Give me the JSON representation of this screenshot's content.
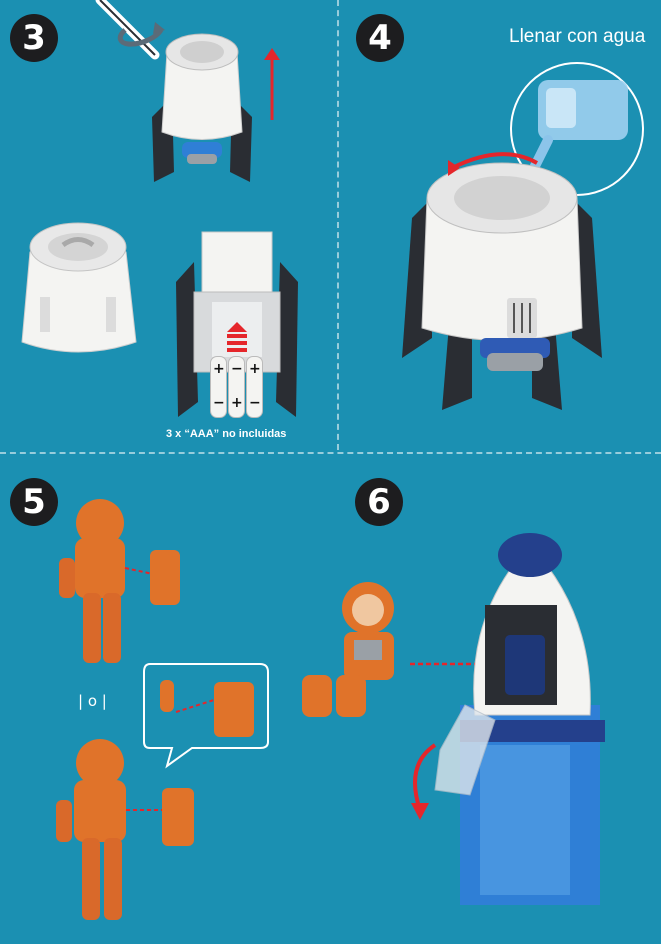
{
  "steps": {
    "step3": {
      "number": "3",
      "caption": "3 x “AAA” no  incluidas"
    },
    "step4": {
      "number": "4",
      "caption": "Llenar con agua"
    },
    "step5": {
      "number": "5",
      "choice": "| o |"
    },
    "step6": {
      "number": "6"
    }
  },
  "battery_signs": {
    "plus": "+",
    "minus": "−"
  },
  "colors": {
    "background": "#1b90b2",
    "arrow": "#e5262b",
    "orange": "#e0732a",
    "white": "#f4f4f2",
    "dark": "#2a2d33",
    "blue": "#2f7fd6"
  }
}
